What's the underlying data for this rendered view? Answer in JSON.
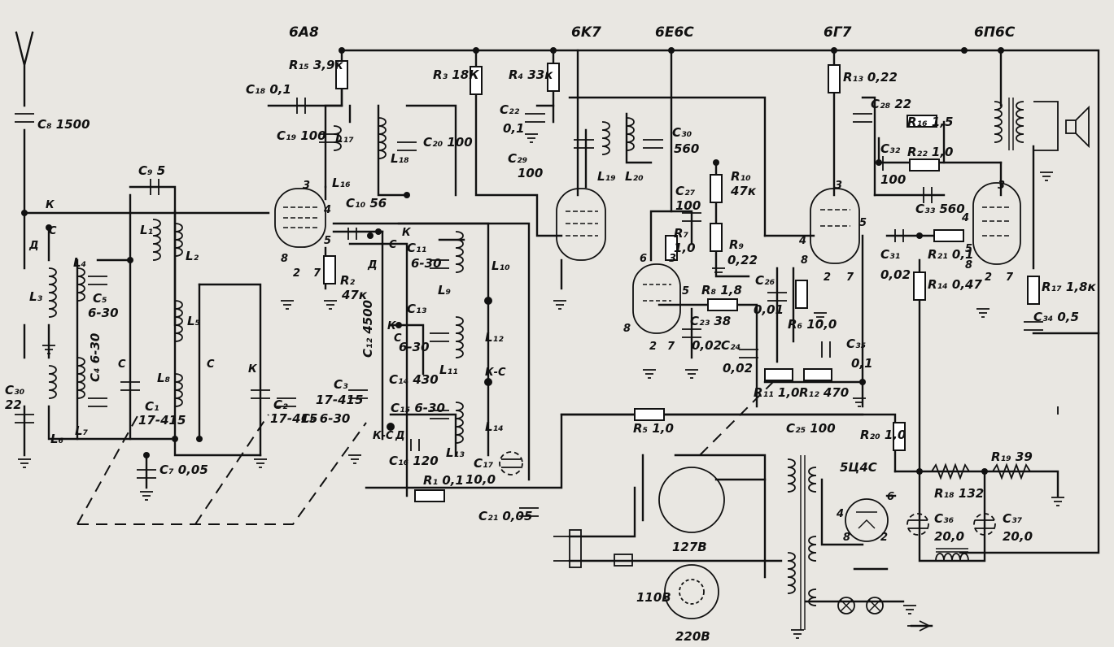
{
  "tubes": {
    "t1": "6A8",
    "t2": "6K7",
    "t3": "6E6C",
    "t4": "6Г7",
    "t5": "6П6C",
    "rect": "5Ц4C"
  },
  "labels": {
    "c8": "C₈ 1500",
    "c30": "C₃₀",
    "c30v": "22",
    "c9": "C₉ 5",
    "c5": "C₅",
    "c5v": "6-30",
    "c4": "C₄ 6-30",
    "c1": "C₁",
    "c1v": "17-415",
    "c2": "C₂",
    "c2v": "17-415",
    "c6": "C₆ 6-30",
    "c7": "C₇ 0,05",
    "c3": "C₃",
    "c3v": "17-415",
    "c18": "C₁₈ 0,1",
    "c19": "C₁₉ 100",
    "c20": "C₂₀ 100",
    "c10": "C₁₀ 56",
    "c12": "C₁₂ 4500",
    "c11": "C₁₁",
    "c11v": "6-30",
    "c13": "C₁₃",
    "c13v": "6-30",
    "c14": "C₁₄ 430",
    "c15": "C₁₅ 6-30",
    "c16": "C₁₆ 120",
    "c17": "C₁₇",
    "c17v": "10,0",
    "c21": "C₂₁ 0,05",
    "r1": "R₁ 0,1",
    "r15": "R₁₅ 3,9к",
    "r2": "R₂",
    "r2v": "47к",
    "r3": "R₃ 18К",
    "r4": "R₄ 33к",
    "c22": "C₂₂",
    "c22v": "0,1",
    "c29": "C₂₉",
    "c29v": "100",
    "c30b": "C₃₀",
    "c30bv": "560",
    "r10": "R₁₀",
    "r10v": "47к",
    "c27": "C₂₇",
    "c27v": "100",
    "r7": "R₇",
    "r7v": "1,0",
    "r9": "R₉",
    "r9v": "0,22",
    "r8": "R₈ 1,8",
    "c23": "C₂₃ 38",
    "c23v": "0,02",
    "c24": "C₂₄",
    "c24v": "0,02",
    "r13": "R₁₃ 0,22",
    "c28": "C₂₈ 22",
    "r16": "R₁₆ 1,5",
    "c32": "C₃₂",
    "c32v": "100",
    "r22": "R₂₂ 1,0",
    "c33": "C₃₃ 560",
    "c26": "C₂₆",
    "c26v": "0,01",
    "r6": "R₆ 10,0",
    "c31": "C₃₁",
    "c31v": "0,02",
    "r21": "R₂₁ 0,1",
    "r14": "R₁₄ 0,47",
    "r17": "R₁₇ 1,8к",
    "c34": "C₃₄ 0,5",
    "c35": "C₃₅",
    "c35v": "0,1",
    "r11": "R₁₁ 1,0",
    "r12": "R₁₂ 470",
    "c25": "C₂₅ 100",
    "r5": "R₅ 1,0",
    "r20": "R₂₀ 1,0",
    "r19": "R₁₉ 39",
    "r18": "R₁₈ 132",
    "c36": "C₃₆",
    "c36v": "20,0",
    "c37": "C₃₇",
    "c37v": "20,0",
    "v127": "127В",
    "v110": "110В",
    "v220": "220В"
  },
  "coils": {
    "l1": "L₁",
    "l2": "L₂",
    "l3": "L₃",
    "l4": "L₄",
    "l5": "L₅",
    "l6": "L₆",
    "l7": "L₇",
    "l8": "L₈",
    "l9": "L₉",
    "l10": "L₁₀",
    "l11": "L₁₁",
    "l12": "L₁₂",
    "l13": "L₁₃",
    "l14": "L₁₄",
    "l16": "L₁₆",
    "l17": "L₁₇",
    "l18": "L₁₈",
    "l19": "L₁₉",
    "l20": "L₂₀"
  },
  "switch_marks": {
    "k": "К",
    "d": "Д",
    "s": "С",
    "ks": "К-С"
  },
  "pins": {
    "p2": "2",
    "p3": "3",
    "p4": "4",
    "p5": "5",
    "p6": "6",
    "p7": "7",
    "p8": "8"
  }
}
